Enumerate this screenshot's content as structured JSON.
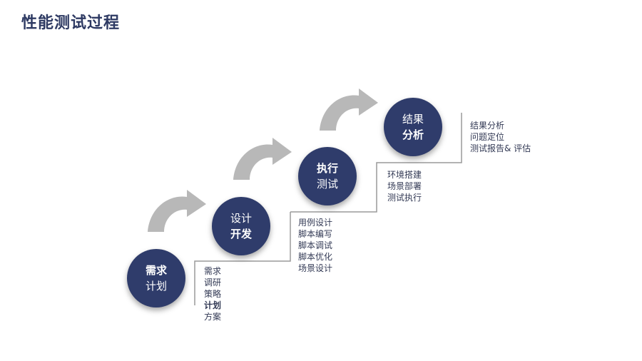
{
  "title": "性能测试过程",
  "colors": {
    "circle": "#2f3c6b",
    "title": "#2e3a63",
    "arrow": "#b8b8b8",
    "line": "#9a9a9a"
  },
  "steps": [
    {
      "line1": "需求",
      "line2": "计划",
      "items": [
        "需求",
        "调研",
        "策略",
        "计划",
        "方案"
      ]
    },
    {
      "line1": "设计",
      "line2": "开发",
      "items": [
        "用例设计",
        "脚本编写",
        "脚本调试",
        "脚本优化",
        "场景设计"
      ]
    },
    {
      "line1": "执行",
      "line2": "测试",
      "items": [
        "环境搭建",
        "场景部署",
        "测试执行"
      ]
    },
    {
      "line1": "结果",
      "line2": "分析",
      "items": [
        "结果分析",
        "问题定位",
        "测试报告& 评估"
      ]
    }
  ]
}
